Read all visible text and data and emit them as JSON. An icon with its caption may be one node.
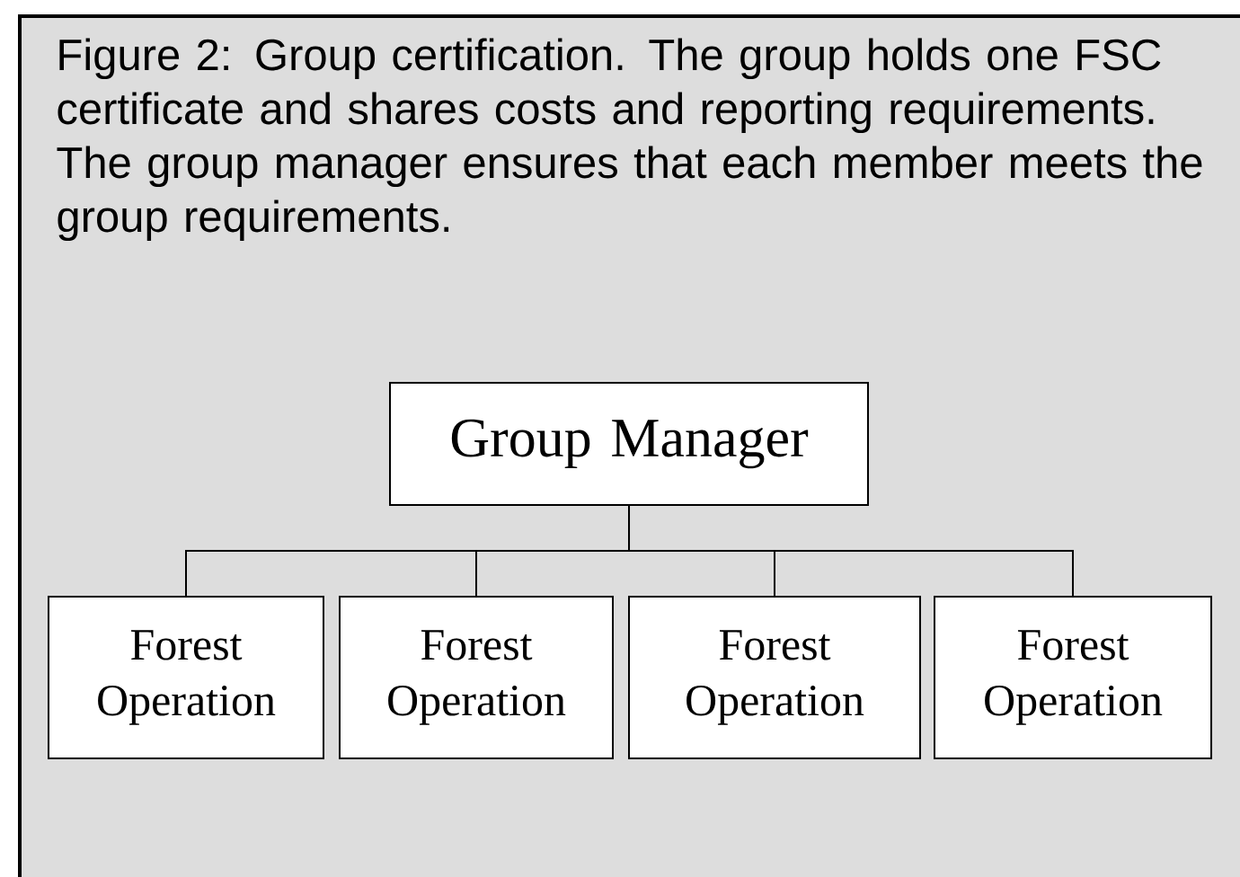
{
  "diagram": {
    "caption": "Figure 2:  Group certification.  The group holds one FSC certificate and shares costs and reporting requirements.  The group manager ensures that each member meets the group requirements.",
    "nodes": [
      {
        "text": [
          "Group Manager"
        ]
      },
      {
        "text": [
          "Forest Operation"
        ]
      },
      {
        "text": [
          "Forest Operation"
        ]
      },
      {
        "text": [
          "Forest Operation"
        ]
      },
      {
        "text": [
          "Forest Operation"
        ]
      }
    ],
    "edges": [
      {
        "from": 0,
        "to": 1,
        "arrow": "none"
      },
      {
        "from": 0,
        "to": 2,
        "arrow": "none"
      },
      {
        "from": 0,
        "to": 3,
        "arrow": "none"
      },
      {
        "from": 0,
        "to": 4,
        "arrow": "none"
      }
    ]
  }
}
